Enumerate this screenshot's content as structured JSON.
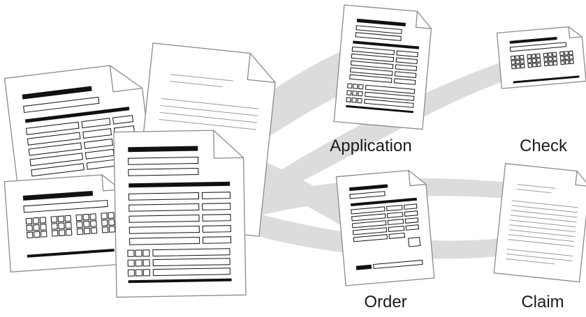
{
  "labels": {
    "application": "Application",
    "check": "Check",
    "order": "Order",
    "claim": "Claim"
  },
  "colors": {
    "stream": "#dcdcdc",
    "paper": "#ffffff",
    "outline": "#8a8a8a",
    "ink": "#111111",
    "text_line": "#9a9a9a"
  }
}
